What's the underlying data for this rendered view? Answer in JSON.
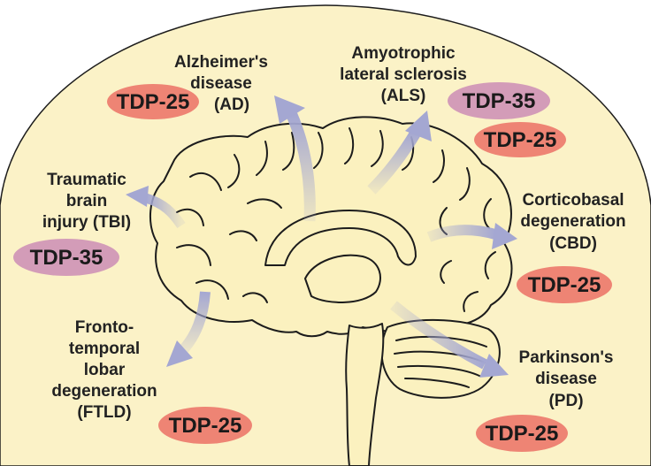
{
  "colors": {
    "background_dome": "#fbf2c7",
    "brain_fill": "#fbf1bf",
    "brain_outline": "#1c1c1c",
    "arrow": "#a4a7d2",
    "tdp25": "#ee8474",
    "tdp35": "#d39cb8"
  },
  "diseases": {
    "ad": {
      "lines": [
        "Alzheimer's",
        "disease",
        "(AD)"
      ],
      "badges": [
        "TDP-25"
      ]
    },
    "als": {
      "lines": [
        "Amyotrophic",
        "lateral sclerosis",
        "(ALS)"
      ],
      "badges": [
        "TDP-35",
        "TDP-25"
      ]
    },
    "tbi": {
      "lines": [
        "Traumatic",
        "brain",
        "injury (TBI)"
      ],
      "badges": [
        "TDP-35"
      ]
    },
    "cbd": {
      "lines": [
        "Corticobasal",
        "degeneration",
        "(CBD)"
      ],
      "badges": [
        "TDP-25"
      ]
    },
    "ftld": {
      "lines": [
        "Fronto-",
        "temporal",
        "lobar",
        "degeneration",
        "(FTLD)"
      ],
      "badges": [
        "TDP-25"
      ]
    },
    "pd": {
      "lines": [
        "Parkinson's",
        "disease",
        "(PD)"
      ],
      "badges": [
        "TDP-25"
      ]
    }
  }
}
